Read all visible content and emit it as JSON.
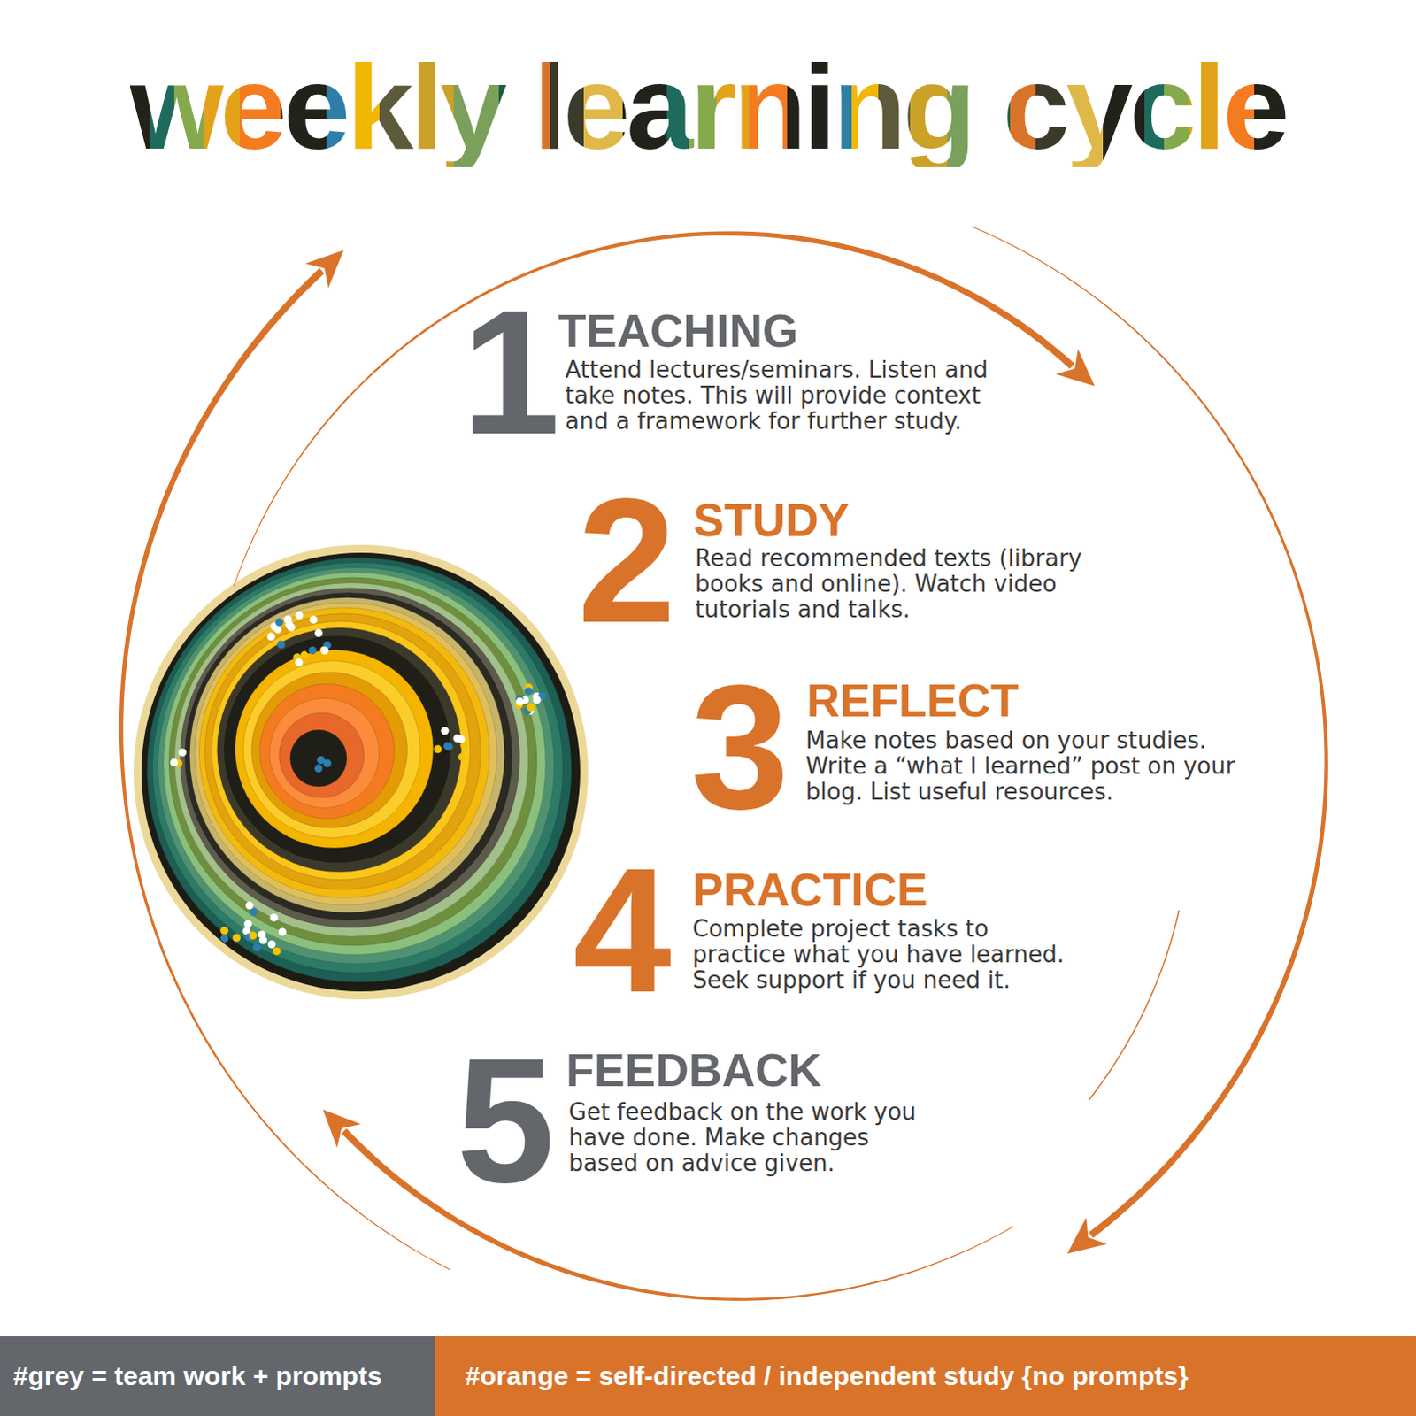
{
  "diagram": {
    "title": "weekly learning cycle",
    "labels": [
      "1",
      "TEACHING",
      "Attend lectures/seminars. Listen and take notes. This will provide context and a framework for further study.",
      "2",
      "STUDY",
      "Read recommended texts (library books and online). Watch video tutorials and talks.",
      "3",
      "REFLECT",
      "Make notes based on your studies. Write a “what I learned” post on your blog. List useful resources.",
      "4",
      "PRACTICE",
      "Complete project tasks to practice what you have learned. Seek support if you need it.",
      "5",
      "FEEDBACK",
      "Get feedback on the work you have done. Make changes based on advice given."
    ],
    "legend": [
      {
        "text": "#grey = team work + prompts",
        "color": "#63666a"
      },
      {
        "text": "#orange = self-directed / independent study {no prompts}",
        "color": "#d9732a"
      }
    ]
  }
}
